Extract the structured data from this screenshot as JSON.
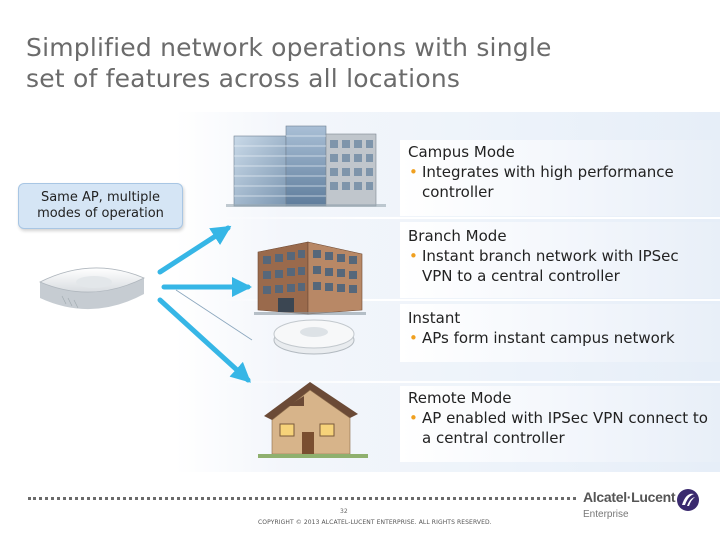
{
  "slide": {
    "title": "Simplified network operations with single\nset of features across all locations",
    "callout": "Same AP, multiple\nmodes of operation",
    "modes": [
      {
        "title": "Campus Mode",
        "bullet": "Integrates with high performance controller",
        "icon": "office-tower-icon"
      },
      {
        "title": "Branch Mode",
        "bullet": "Instant branch network with IPSec VPN to a central controller",
        "icon": "branch-building-icon"
      },
      {
        "title": "Instant",
        "bullet": "APs form instant campus network",
        "icon": "access-point-icon"
      },
      {
        "title": "Remote Mode",
        "bullet": "AP enabled with IPSec VPN connect to a central controller",
        "icon": "house-icon"
      }
    ]
  },
  "footer": {
    "page_number": "32",
    "copyright": "COPYRIGHT © 2013 ALCATEL-LUCENT ENTERPRISE.  ALL RIGHTS RESERVED.",
    "logo_text": "Alcatel·Lucent",
    "logo_subtext": "Enterprise"
  },
  "colors": {
    "title": "#6b6b6b",
    "bullet": "#f0a020",
    "arrow": "#36b6e6",
    "callout_bg": "#d5e5f5",
    "logo_mark": "#3a2a6e"
  }
}
